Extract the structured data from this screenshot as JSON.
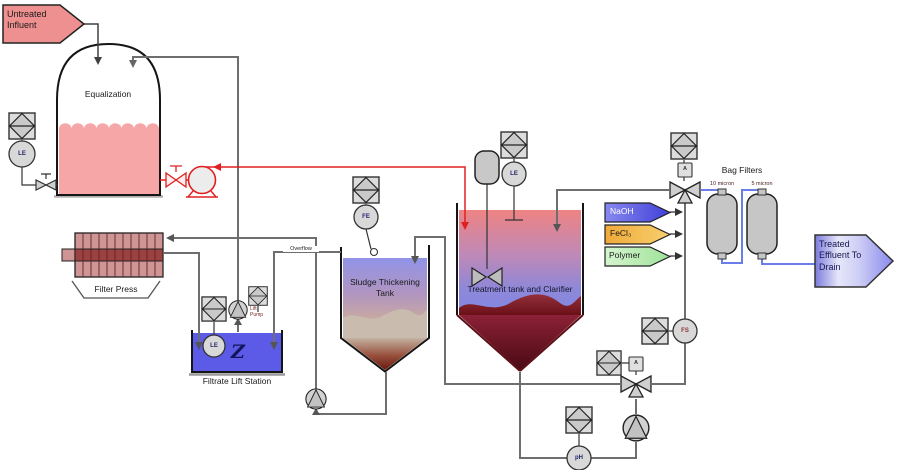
{
  "diagram": {
    "flows": {
      "influent": "Untreated\nInfluent",
      "effluent": "Treated\nEffluent To\nDrain"
    },
    "equipment": {
      "equalization_tank": "Equalization",
      "filter_press": "Filter Press",
      "filtrate_lift_station": "Filtrate Lift Station",
      "lift_pump": "Lift\nPump",
      "sludge_thickening_tank": "Sludge Thickening\nTank",
      "treatment_tank": "Treatment tank and Clarifier",
      "bag_filters_title": "Bag Filters",
      "bag_filter_1": "10 micron",
      "bag_filter_2": "5 micron"
    },
    "chemicals": [
      {
        "label": "NaOH",
        "color": "#5a5ae0"
      },
      {
        "label": "FeCl₃",
        "color": "#f2b33c"
      },
      {
        "label": "Polymer",
        "color": "#bfe9ba"
      }
    ],
    "annotations": {
      "overflow": "Overflow"
    },
    "instruments": {
      "level_element": "LE",
      "flow_element": "FE",
      "flow_switch": "FS",
      "ph_analyzer": "pH",
      "valve_actuator": "A",
      "level_switch": "Z"
    },
    "colors": {
      "influent_arrow": "#ef9090",
      "equalization_fill": "#f6a6a6",
      "filtrate_fill": "#5b5be8",
      "effluent_arrow": "#8888ea",
      "pipe_gray": "#6e6e6e",
      "pipe_red": "#e02020",
      "pipe_blue": "#6b7de8"
    }
  }
}
